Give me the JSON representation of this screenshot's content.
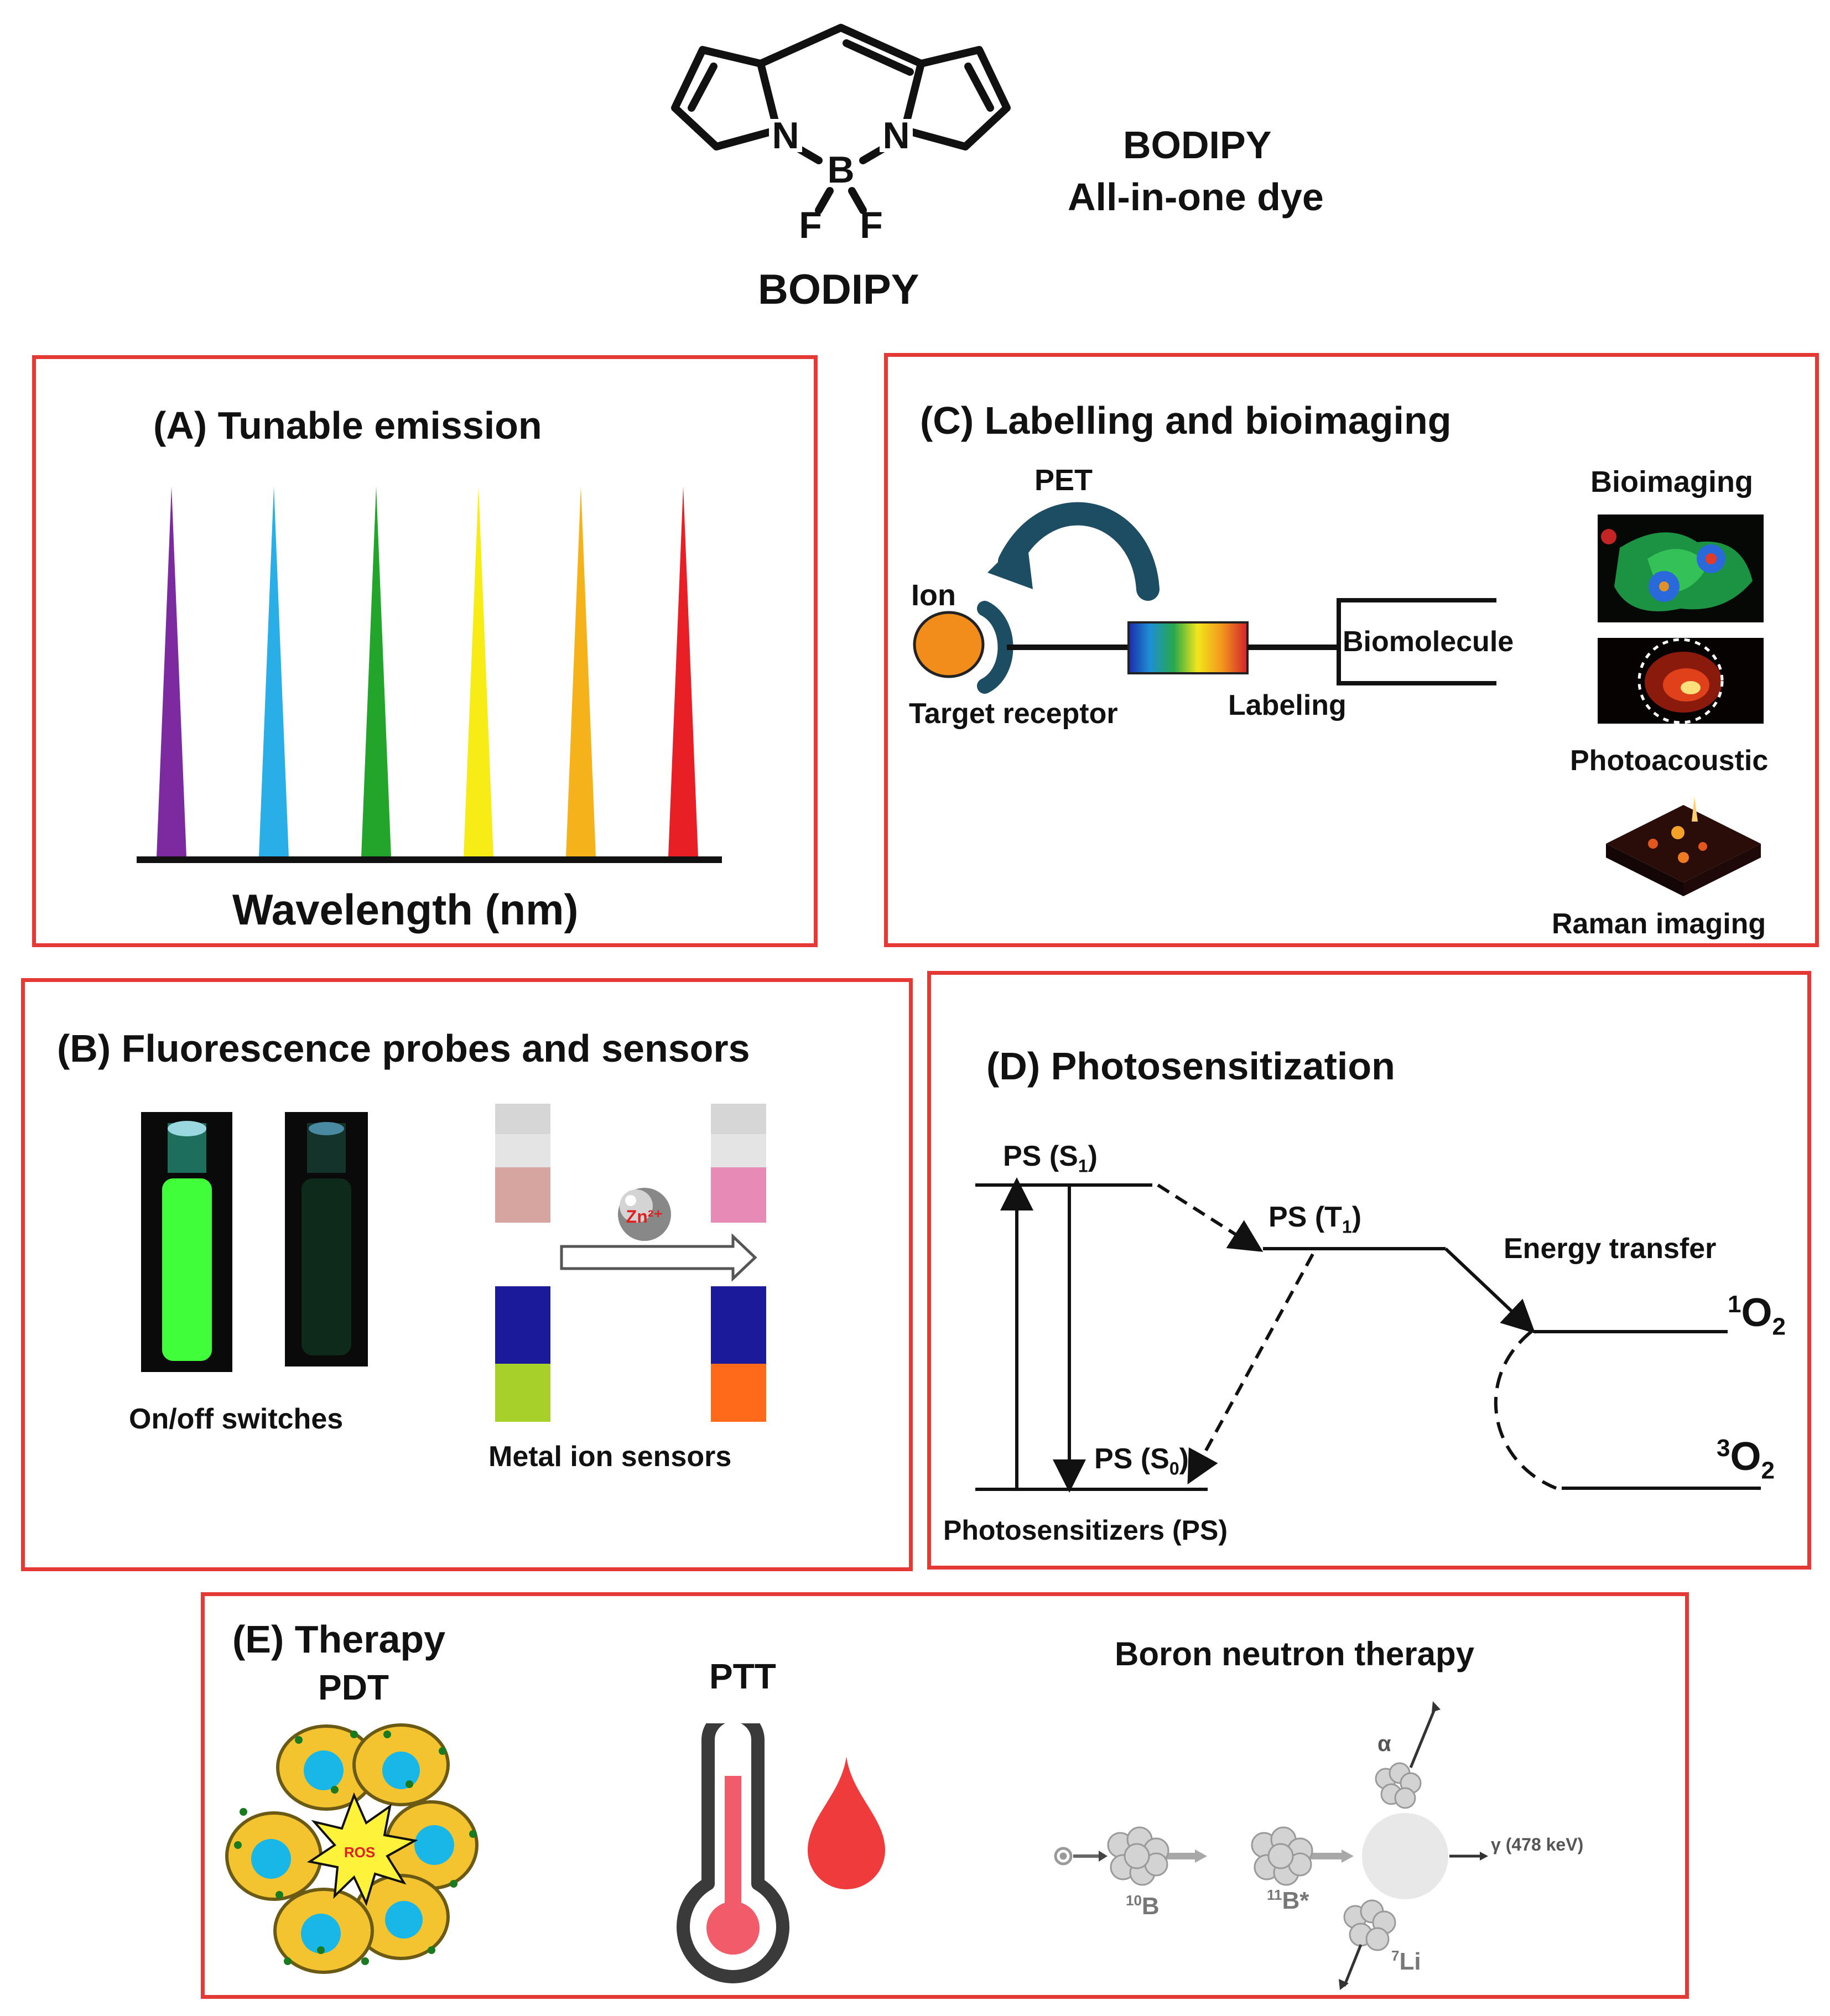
{
  "header": {
    "atoms": {
      "n1": "N",
      "n2": "N",
      "b": "B",
      "f1": "F",
      "f2": "F"
    },
    "structure_label": "BODIPY",
    "side_title": "BODIPY",
    "side_subtitle": "All-in-one dye"
  },
  "panel_a": {
    "title": "(A) Tunable emission",
    "axis_label": "Wavelength (nm)",
    "peak_colors": [
      "#7b2aa0",
      "#29aee8",
      "#22a52a",
      "#f7ec16",
      "#f6b21a",
      "#e81f25"
    ]
  },
  "panel_b": {
    "title": "(B) Fluorescence probes and sensors",
    "switch_caption": "On/off switches",
    "sensor_caption": "Metal ion sensors",
    "ion_label": "Zn²⁺"
  },
  "panel_c": {
    "title": "(C) Labelling and bioimaging",
    "pet_label": "PET",
    "ion_label": "Ion",
    "receptor_label": "Target receptor",
    "labeling_label": "Labeling",
    "biomolecule_label": "Biomolecule",
    "bioimaging_label": "Bioimaging",
    "photoacoustic_label": "Photoacoustic",
    "raman_label": "Raman imaging"
  },
  "panel_d": {
    "title": "(D) Photosensitization",
    "s1_label": "PS (S",
    "s1_sub": "1",
    "t1_label": "PS (T",
    "t1_sub": "1",
    "s0_label": "PS (S",
    "s0_sub": "0",
    "close_paren": ")",
    "energy_transfer": "Energy transfer",
    "singlet_sup": "1",
    "triplet_sup": "3",
    "oxygen": "O",
    "oxygen_sub": "2",
    "ps_caption": "Photosensitizers (PS)"
  },
  "panel_e": {
    "title": "(E) Therapy",
    "pdt_label": "PDT",
    "ros_label": "ROS",
    "ptt_label": "PTT",
    "bnct_title": "Boron neutron therapy",
    "alpha_label": "α",
    "gamma_label": "γ (478 keV)",
    "b10_sup": "10",
    "b10": "B",
    "b11_sup": "11",
    "b11": "B*",
    "li_sup": "7",
    "li": "Li"
  }
}
